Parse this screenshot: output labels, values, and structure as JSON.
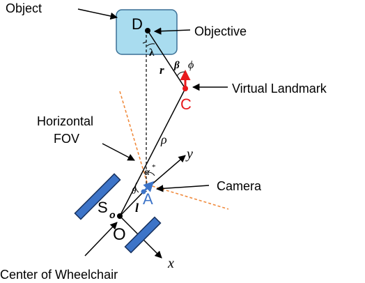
{
  "colors": {
    "object_fill": "#a9dcef",
    "object_stroke": "#3a6f95",
    "fov_line": "#f08a3c",
    "landmark": "#e8191c",
    "camera": "#3d74c8",
    "wheel_fill": "#3d74c8",
    "wheel_stroke": "#17315e",
    "ink": "#000000"
  },
  "labels": {
    "object": "Object",
    "objective": "Objective",
    "virtual_landmark": "Virtual Landmark",
    "horizontal": "Horizontal",
    "fov": "FOV",
    "camera": "Camera",
    "center_of_wheelchair": "Center of Wheelchair"
  },
  "points": {
    "D": "D",
    "C": "C",
    "A": "A",
    "O": "O",
    "S": "S",
    "S_sub": "o"
  },
  "symbols": {
    "lambda": "λ",
    "beta": "β",
    "phi": "ϕ",
    "r": "r",
    "rho": "ρ",
    "alpha": "α",
    "alpha_sup": "*",
    "theta": "θ",
    "l": "l",
    "x": "x",
    "y": "y"
  }
}
